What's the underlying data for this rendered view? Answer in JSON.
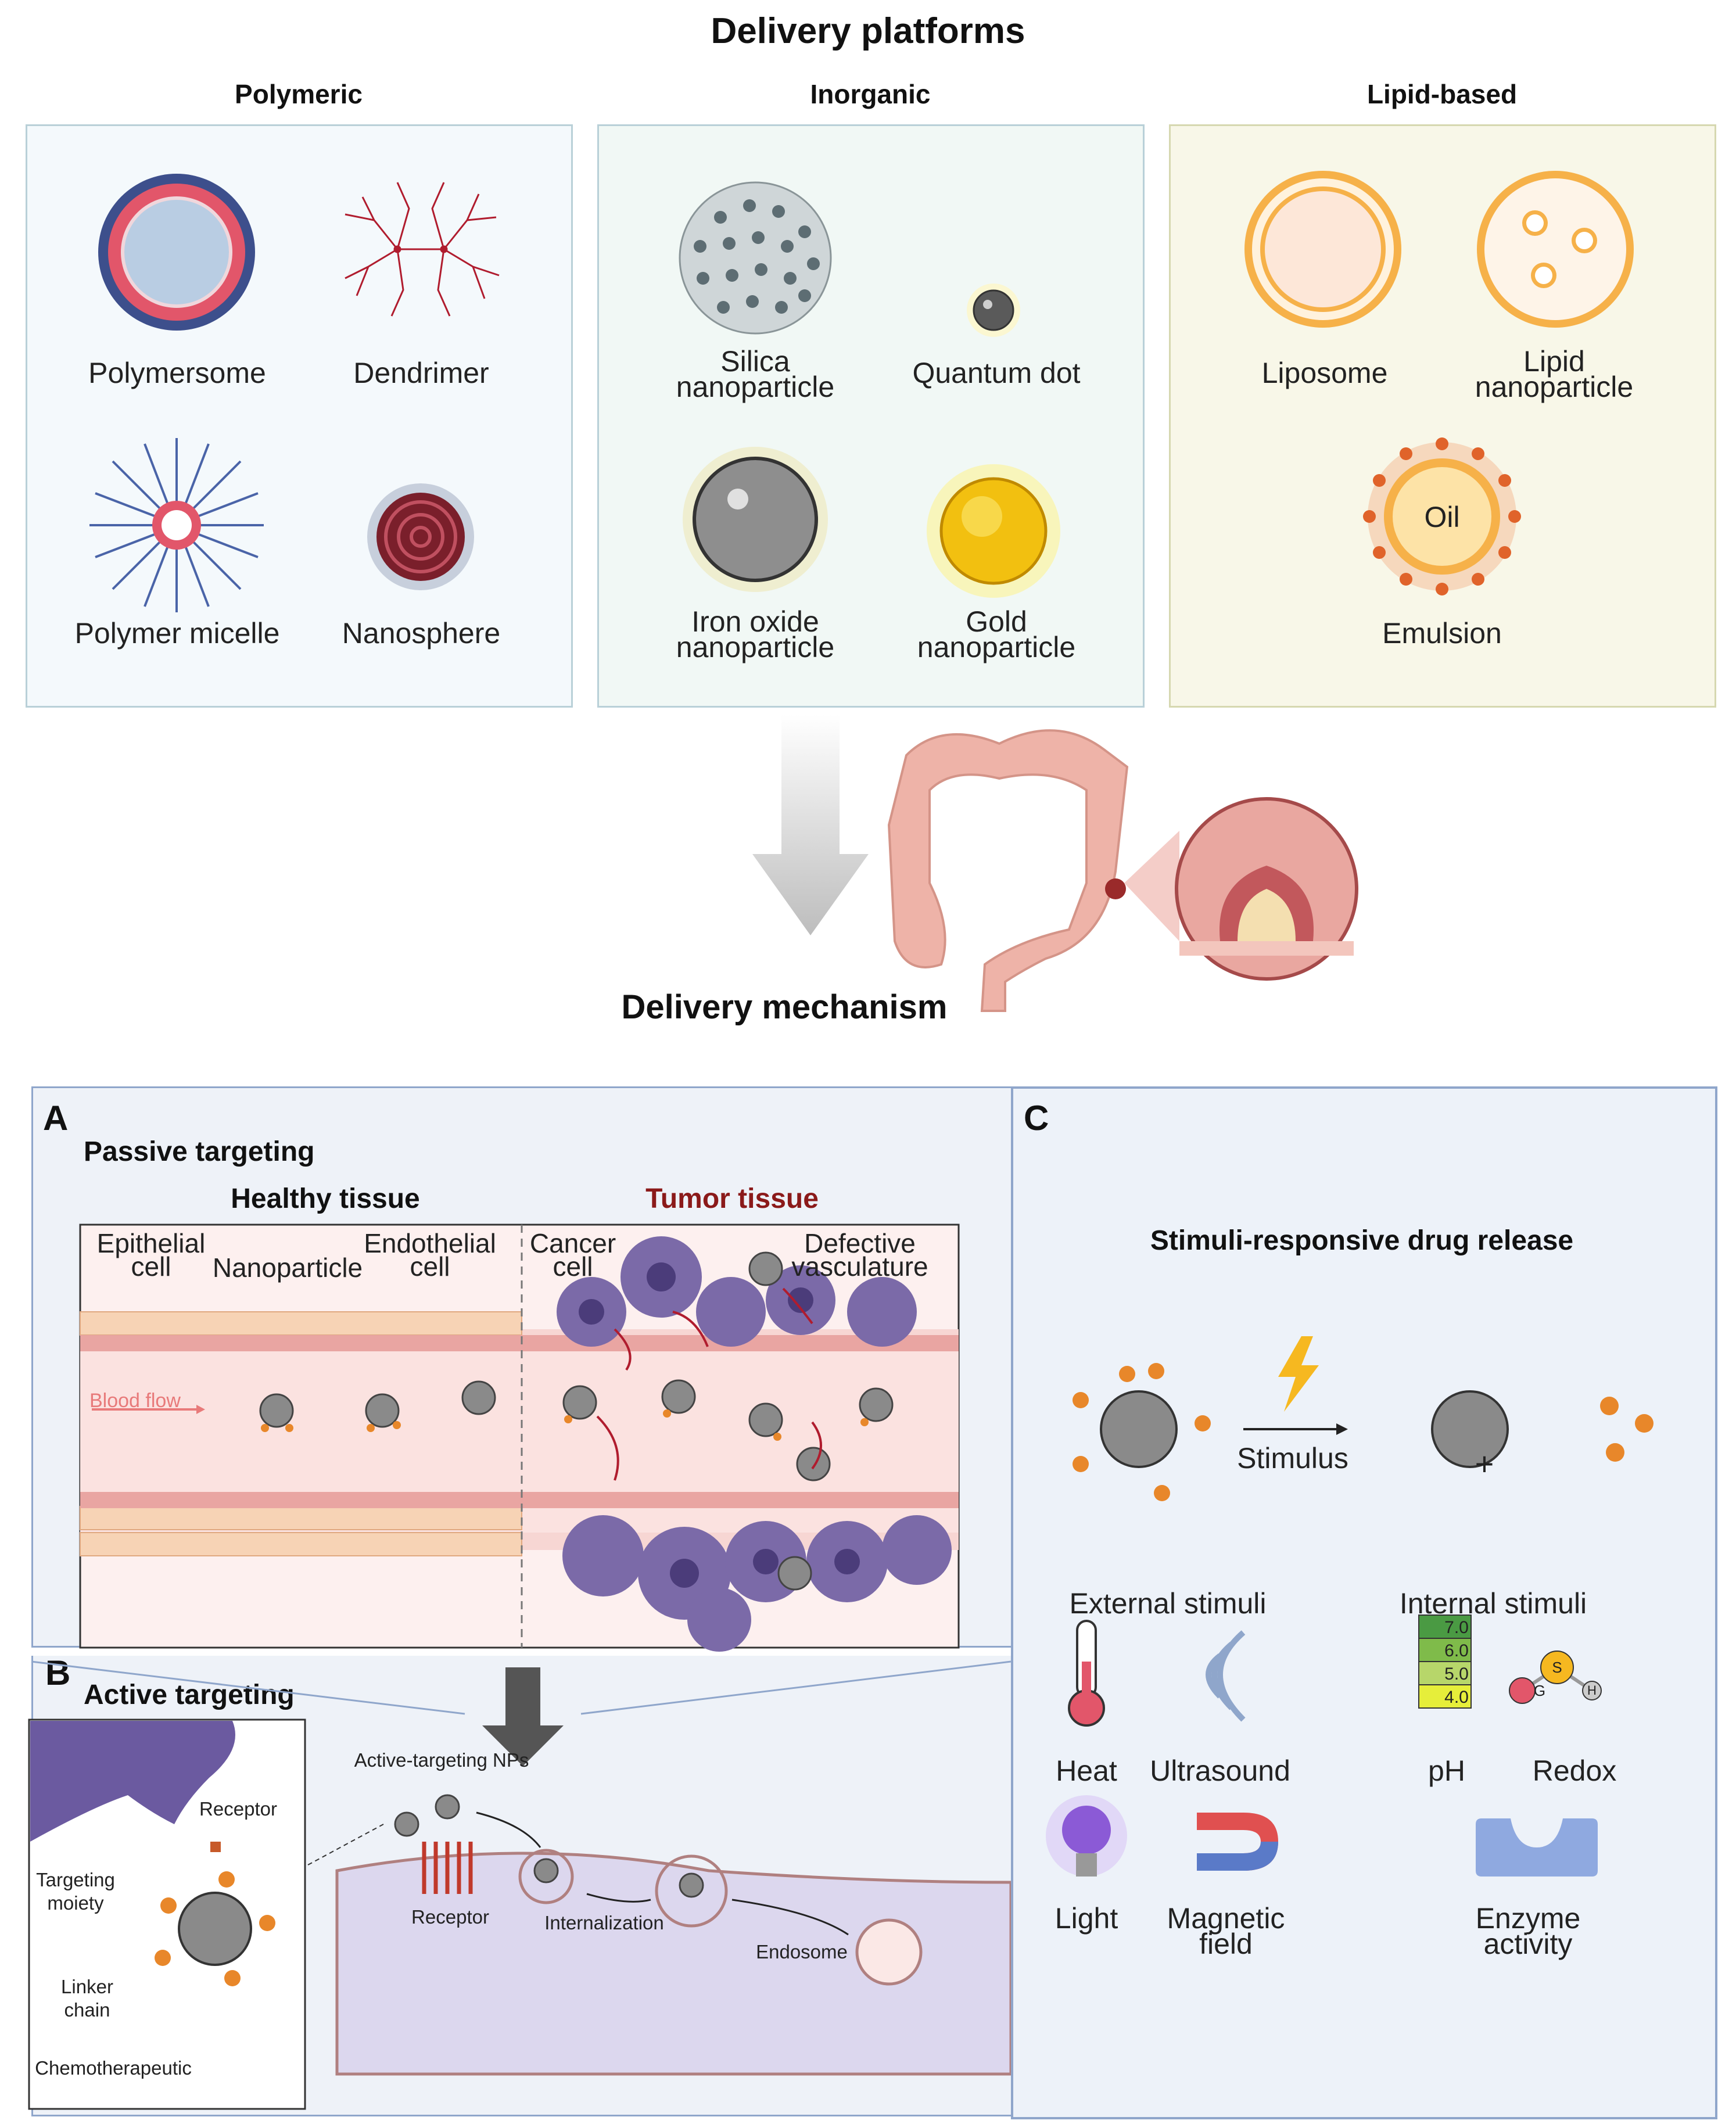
{
  "top": {
    "title": "Delivery platforms",
    "categories": {
      "polymeric": {
        "title": "Polymeric",
        "items": [
          "Polymersome",
          "Dendrimer",
          "Polymer micelle",
          "Nanosphere"
        ]
      },
      "inorganic": {
        "title": "Inorganic",
        "items": [
          "Silica\nnanoparticle",
          "Quantum dot",
          "Iron oxide\nnanoparticle",
          "Gold\nnanoparticle"
        ]
      },
      "lipid": {
        "title": "Lipid-based",
        "items": [
          "Liposome",
          "Lipid\nnanoparticle",
          "Emulsion"
        ],
        "oil_label": "Oil"
      }
    }
  },
  "mechanism": {
    "title": "Delivery mechanism"
  },
  "panel_a": {
    "letter": "A",
    "title": "Passive targeting",
    "healthy_title": "Healthy tissue",
    "tumor_title": "Tumor tissue",
    "labels": {
      "epithelial": "Epithelial\ncell",
      "nanoparticle": "Nanoparticle",
      "endothelial": "Endothelial\ncell",
      "cancer": "Cancer\ncell",
      "defective": "Defective\nvasculature",
      "blood_flow": "Blood flow"
    }
  },
  "panel_b": {
    "letter": "B",
    "title": "Active targeting",
    "labels": {
      "receptor_inset": "Receptor",
      "targeting_moiety": "Targeting\nmoiety",
      "linker": "Linker\nchain",
      "chemo": "Chemotherapeutic",
      "active_nps": "Active-targeting NPs",
      "receptor": "Receptor",
      "internalization": "Internalization",
      "endosome": "Endosome"
    }
  },
  "panel_c": {
    "letter": "C",
    "title": "Stimuli-responsive drug release",
    "stimulus": "Stimulus",
    "plus": "+",
    "external": "External stimuli",
    "internal": "Internal stimuli",
    "external_items": [
      "Heat",
      "Ultrasound",
      "Light",
      "Magnetic\nfield"
    ],
    "internal_items": [
      "pH",
      "Redox",
      "Enzyme\nactivity"
    ],
    "ph_scale": [
      "7.0",
      "6.0",
      "5.0",
      "4.0"
    ],
    "redox_atoms": [
      "G",
      "S",
      "H"
    ]
  },
  "colors": {
    "poly_panel_bg": "#f4f9fc",
    "inorg_panel_bg": "#f1f8f5",
    "lipid_panel_bg": "#f8f7e8",
    "panel_border": "#b9d0d8",
    "mech_bg": "#eef2f8",
    "mech_border": "#8fa6cb",
    "tumor_title": "#8b1a1a",
    "nanoparticle_gray": "#8a8a8a",
    "drug_orange": "#e8872a",
    "cancer_purple": "#7b6aa8"
  }
}
